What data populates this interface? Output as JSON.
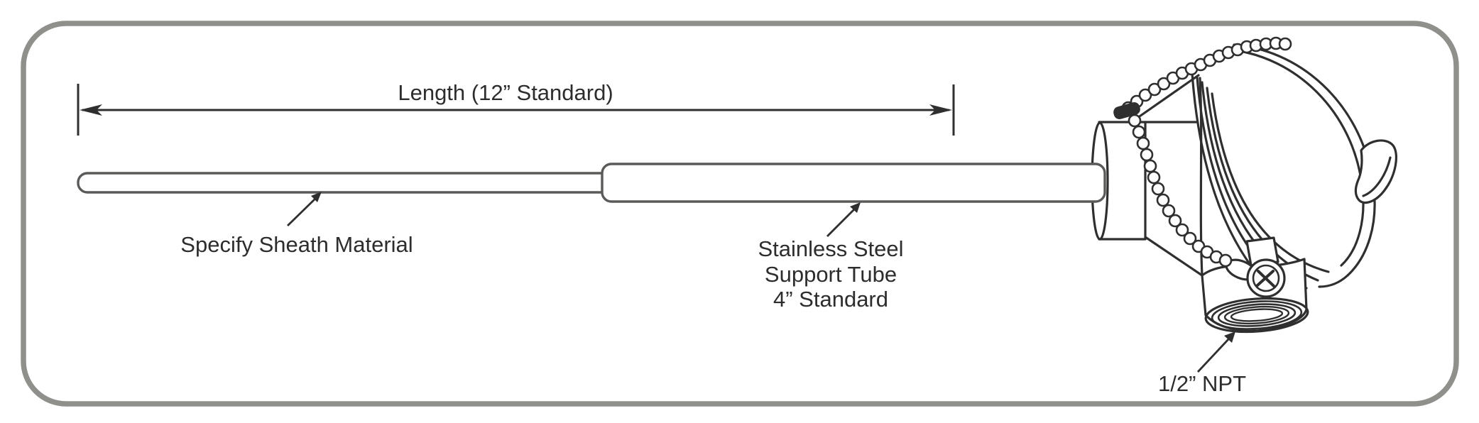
{
  "diagram": {
    "description": "Line drawing of a thermocouple probe assembly with sheath, stainless steel support tube and screw-cover connection head",
    "labels": {
      "length": "Length (12” Standard)",
      "sheath": "Specify Sheath Material",
      "tube1": "Stainless Steel",
      "tube2": "Support Tube",
      "tube3": "4” Standard",
      "npt": "1/2” NPT"
    },
    "colors": {
      "frame_border": "#8f8f8c",
      "line_art": "#2f2f2f",
      "tube_outline": "#5a5a58",
      "label_text": "#2d2d2d",
      "paper": "#ffffff"
    }
  }
}
